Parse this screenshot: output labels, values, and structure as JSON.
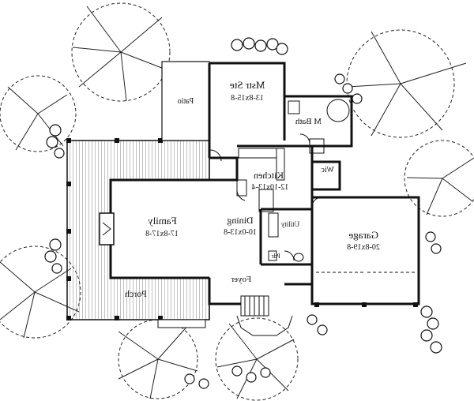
{
  "rooms": {
    "mstr_ste": {
      "name": "Mstr Ste",
      "dims": "13-8x15-8"
    },
    "patio": {
      "name": "Patio"
    },
    "m_bath": {
      "name": "M Bath"
    },
    "wic": {
      "name": "Wic"
    },
    "kitchen": {
      "name": "Kitchen",
      "dims": "12-10x13-4"
    },
    "family": {
      "name": "Family",
      "dims": "17-8x17-8"
    },
    "dining": {
      "name": "Dining",
      "dims": "10-0x13-8"
    },
    "utility": {
      "name": "Utility"
    },
    "pdr": {
      "name": "Pdr"
    },
    "foyer": {
      "name": "Foyer"
    },
    "garage": {
      "name": "Garage",
      "dims": "20-8x19-8"
    },
    "porch": {
      "name": "Porch"
    }
  },
  "colors": {
    "line": "#111111",
    "paper": "#ffffff",
    "hatch": "#555555"
  }
}
